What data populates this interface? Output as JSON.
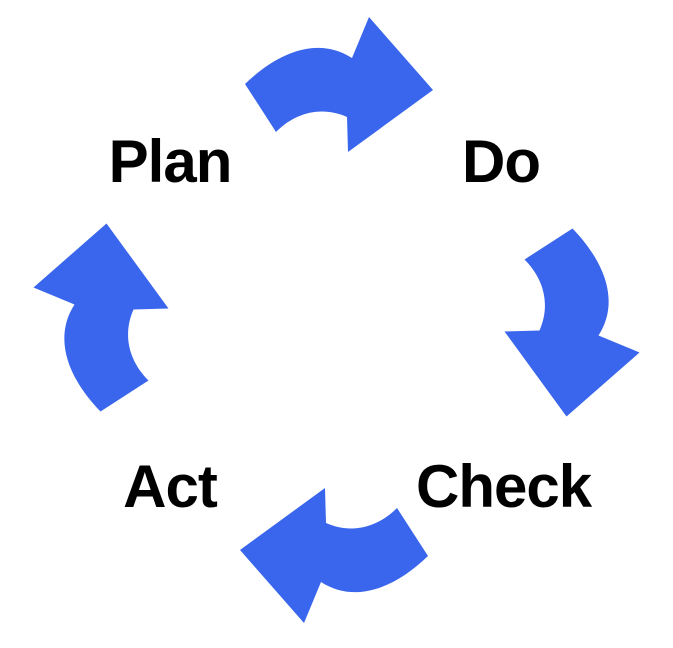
{
  "diagram": {
    "background_color": "#ffffff",
    "arrow_color": "#3966EC",
    "label_color": "#000000",
    "steps": [
      {
        "label": "Plan"
      },
      {
        "label": "Do"
      },
      {
        "label": "Check"
      },
      {
        "label": "Act"
      }
    ]
  }
}
